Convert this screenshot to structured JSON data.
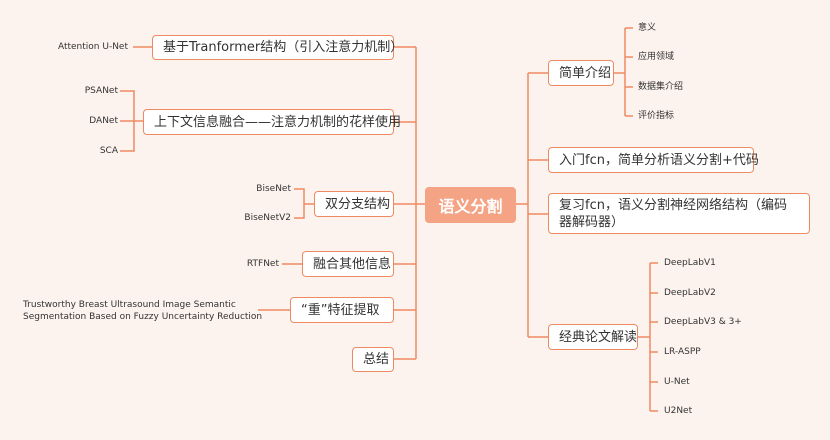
{
  "center": "语义分割",
  "left": [
    {
      "label": "基于Tranformer结构（引入注意力机制）",
      "leaves": [
        "Attention U-Net"
      ]
    },
    {
      "label": "上下文信息融合——注意力机制的花样使用",
      "leaves": [
        "PSANet",
        "DANet",
        "SCA"
      ]
    },
    {
      "label": "双分支结构",
      "leaves": [
        "BiseNet",
        "BiseNetV2"
      ]
    },
    {
      "label": "融合其他信息",
      "leaves": [
        "RTFNet"
      ]
    },
    {
      "label": "“重”特征提取",
      "leaves": [
        "Trustworthy Breast Ultrasound Image Semantic",
        "Segmentation Based on Fuzzy Uncertainty Reduction"
      ]
    },
    {
      "label": "总结",
      "leaves": []
    }
  ],
  "right": [
    {
      "label": "简单介绍",
      "leaves": [
        "意义",
        "应用领域",
        "数据集介绍",
        "评价指标"
      ]
    },
    {
      "label": "入门fcn，简单分析语义分割+代码",
      "leaves": []
    },
    {
      "label": "复习fcn，语义分割神经网络结构（编码器解码器）",
      "leaves": []
    },
    {
      "label": "经典论文解读",
      "leaves": [
        "DeepLabV1",
        "DeepLabV2",
        "DeepLabV3 & 3+",
        "LR-ASPP",
        "U-Net",
        "U2Net"
      ]
    }
  ],
  "colors": {
    "line": "#ee8a62",
    "center_fill": "#f4a384",
    "background": "#fdf3ee"
  }
}
